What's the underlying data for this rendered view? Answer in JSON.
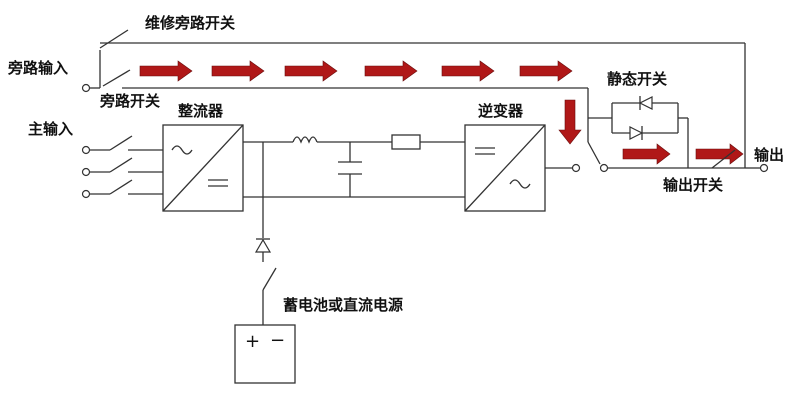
{
  "labels": {
    "maintenance_bypass_switch": "维修旁路开关",
    "bypass_input": "旁路输入",
    "bypass_switch": "旁路开关",
    "static_switch": "静态开关",
    "main_input": "主输入",
    "rectifier": "整流器",
    "inverter": "逆变器",
    "output": "输出",
    "output_switch": "输出开关",
    "battery_or_dc_source": "蓄电池或直流电源",
    "battery_plus": "+",
    "battery_minus": "−"
  },
  "colors": {
    "line": "#333333",
    "flow_arrow": "#b01818",
    "background": "#ffffff"
  },
  "icons": {
    "rectifier": "ac-to-dc-block",
    "inverter": "dc-to-ac-block",
    "inductor": "inductor-coil",
    "capacitor": "capacitor",
    "resistor": "resistor",
    "diode": "diode",
    "battery": "battery-box",
    "flow": "red-flow-arrow"
  }
}
